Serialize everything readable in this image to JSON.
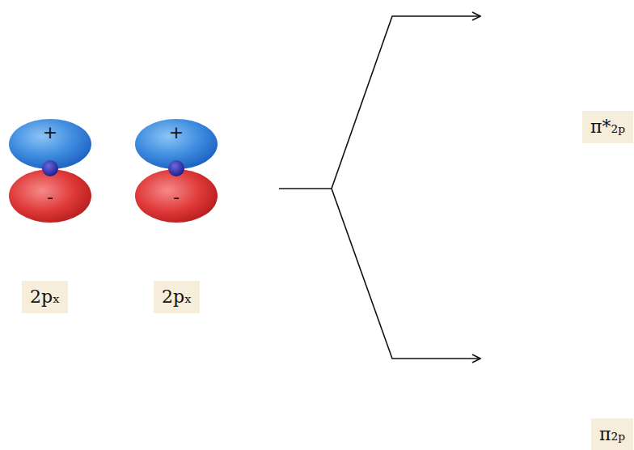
{
  "diagram": {
    "nodes": [
      {
        "text": [
          "2pₓ"
        ]
      },
      {
        "text": [
          "2pₓ"
        ]
      },
      {
        "text": [
          "π*₂ₚ"
        ]
      },
      {
        "text": [
          "π₂ₚ"
        ]
      }
    ],
    "labels": [
      "+",
      "-",
      "+",
      "-"
    ]
  }
}
